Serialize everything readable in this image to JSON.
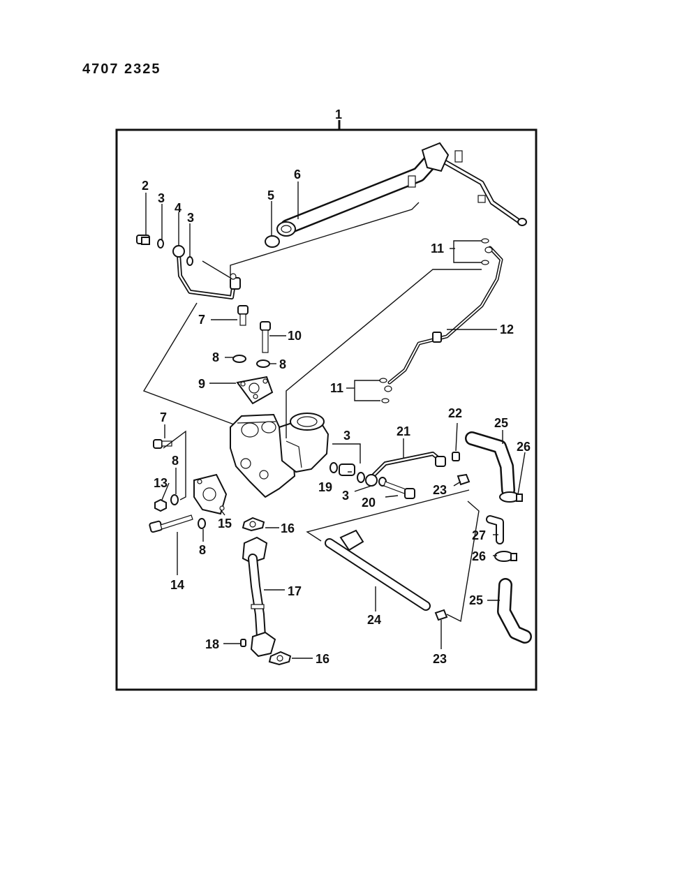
{
  "header": {
    "doc_id": "4707 2325"
  },
  "callouts": {
    "c1": "1",
    "c2": "2",
    "c3a": "3",
    "c3b": "3",
    "c3c": "3",
    "c3d": "3",
    "c4": "4",
    "c5": "5",
    "c6": "6",
    "c7a": "7",
    "c7b": "7",
    "c8a": "8",
    "c8b": "8",
    "c8c": "8",
    "c8d": "8",
    "c9": "9",
    "c10": "10",
    "c11a": "11",
    "c11b": "11",
    "c12": "12",
    "c13": "13",
    "c14": "14",
    "c15": "15",
    "c16a": "16",
    "c16b": "16",
    "c17": "17",
    "c18": "18",
    "c19": "19",
    "c20": "20",
    "c21": "21",
    "c22": "22",
    "c23a": "23",
    "c23b": "23",
    "c24": "24",
    "c25a": "25",
    "c25b": "25",
    "c26a": "26",
    "c26b": "26",
    "c27": "27"
  }
}
